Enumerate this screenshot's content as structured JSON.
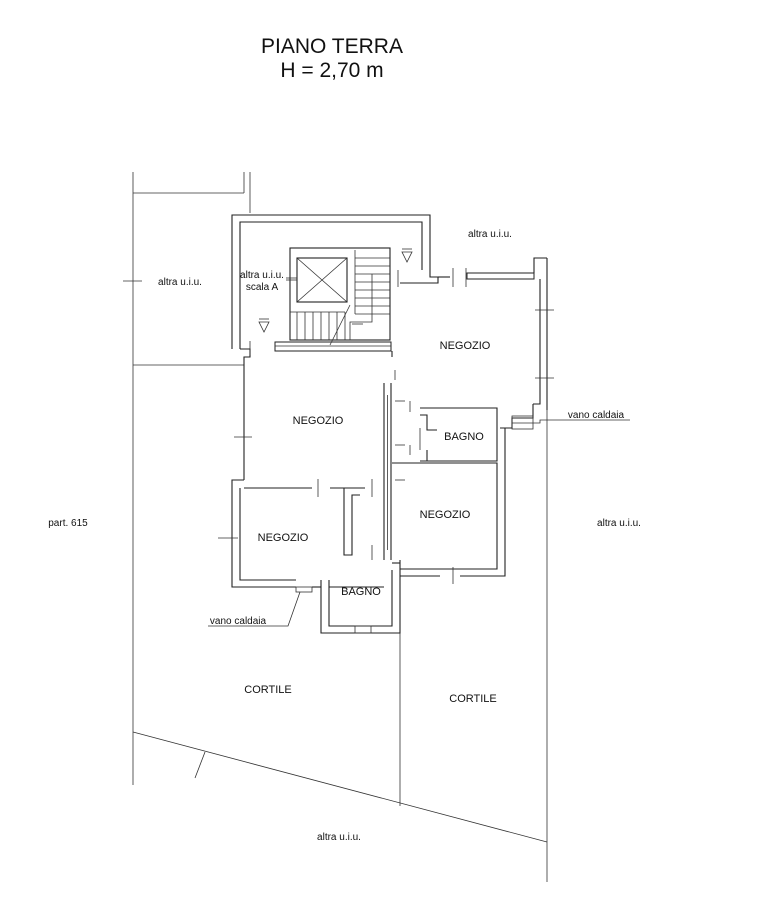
{
  "title": {
    "line1": "PIANO TERRA",
    "line2": "H = 2,70 m"
  },
  "labels": {
    "altra_uiu_top": "altra u.i.u.",
    "altra_uiu_left": "altra u.i.u.",
    "altra_uiu_stair": "altra u.i.u.",
    "scala": "scala A",
    "altra_uiu_right": "altra u.i.u.",
    "altra_uiu_bottom": "altra u.i.u.",
    "part": "part. 615",
    "vano_caldaia_right": "vano caldaia",
    "vano_caldaia_left": "vano caldaia"
  },
  "rooms": {
    "negozio_ne": "NEGOZIO",
    "negozio_center": "NEGOZIO",
    "negozio_sw": "NEGOZIO",
    "negozio_se": "NEGOZIO",
    "bagno_e": "BAGNO",
    "bagno_s": "BAGNO",
    "cortile_left": "CORTILE",
    "cortile_right": "CORTILE"
  }
}
